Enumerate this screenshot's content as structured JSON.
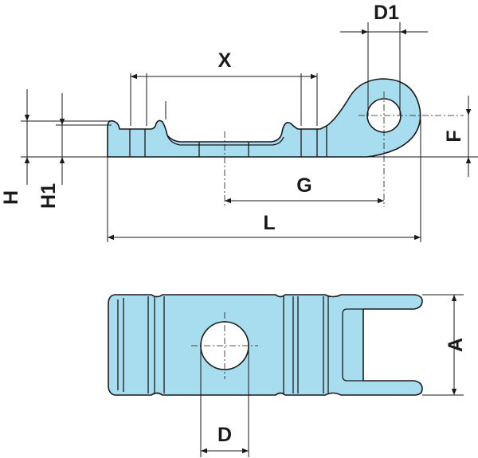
{
  "colors": {
    "part_fill": "#a8dcef",
    "line": "#1a1a1a",
    "background": "#ffffff"
  },
  "labels": {
    "D1": "D1",
    "X": "X",
    "F": "F",
    "G": "G",
    "L": "L",
    "H": "H",
    "H1": "H1",
    "A": "A",
    "D": "D"
  }
}
